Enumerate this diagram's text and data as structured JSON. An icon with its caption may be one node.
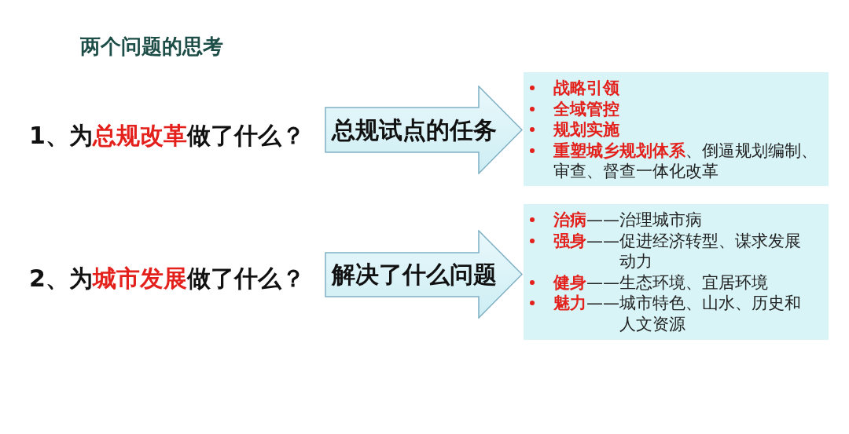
{
  "diagram": {
    "title": "两个问题的思考",
    "nodes": [
      {
        "text": [
          "总规试点的任务"
        ]
      },
      {
        "text": [
          "战略引领",
          "全域管控",
          "规划实施",
          "**重塑城乡规划体系**、倒逼规划编制、审查、督查一体化改革"
        ]
      },
      {
        "text": [
          "解决了什么问题"
        ]
      },
      {
        "text": [
          "**治病**——治理城市病",
          "**强身**——促进经济转型、谋求发展动力",
          "**健身**——生态环境、宜居环境",
          "**魅力**——城市特色、山水、历史和人文资源"
        ]
      }
    ],
    "labels": [
      "1、为**总规改革**做了什么？",
      "2、为**城市发展**做了什么？"
    ]
  }
}
